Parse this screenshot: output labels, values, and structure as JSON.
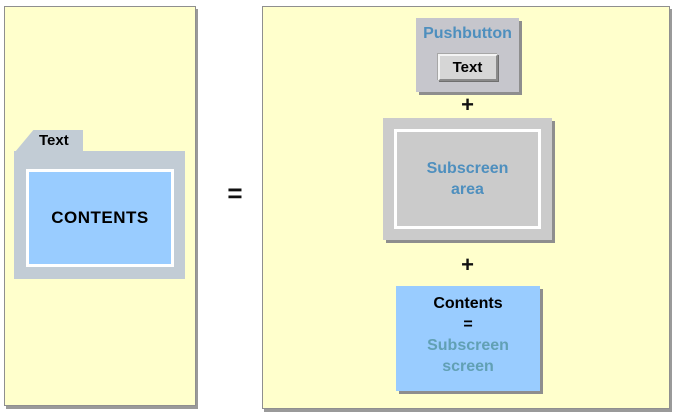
{
  "colors": {
    "panel_background": "#FFFFCC",
    "panel_border": "#8F8F8F",
    "tab_folder_gray": "#C2CCD5",
    "pushbutton_box_gray": "#C6C6CC",
    "subscreen_box_gray": "#CBCBCB",
    "content_blue": "#99CCFF",
    "steel_blue_label": "#4E8FBE",
    "muted_steel_label": "#61A0B4",
    "shadow_gray": "#8E8E8E"
  },
  "left_panel": {
    "tab_label": "Text",
    "contents_label": "CONTENTS"
  },
  "equals_sign": "=",
  "right_panel": {
    "pushbutton": {
      "title": "Pushbutton",
      "button_label": "Text"
    },
    "plus_1": "+",
    "subscreen_area": {
      "line1": "Subscreen",
      "line2": "area"
    },
    "plus_2": "+",
    "contents_box": {
      "line1": "Contents",
      "line2": "=",
      "line3": "Subscreen",
      "line4": "screen"
    }
  }
}
